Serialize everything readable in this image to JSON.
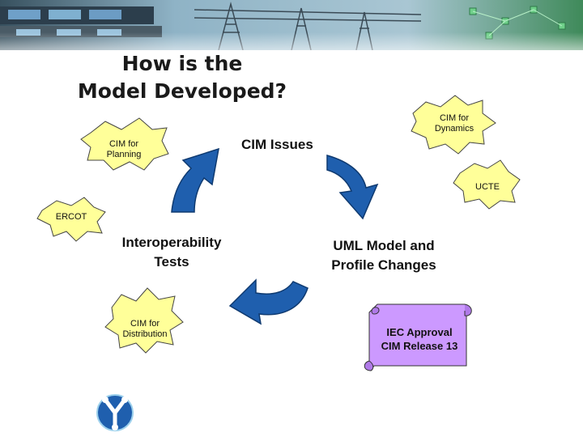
{
  "title": {
    "line1": "How is the",
    "line2": "Model Developed?"
  },
  "cycle": {
    "cim_issues": "CIM Issues",
    "uml_changes_line1": "UML Model and",
    "uml_changes_line2": "Profile Changes",
    "interop_line1": "Interoperability",
    "interop_line2": "Tests"
  },
  "callouts": {
    "planning_line1": "CIM for",
    "planning_line2": "Planning",
    "dynamics_line1": "CIM for",
    "dynamics_line2": "Dynamics",
    "ucte": "UCTE",
    "ercot": "ERCOT",
    "distribution_line1": "CIM for",
    "distribution_line2": "Distribution"
  },
  "scroll": {
    "line1": "IEC Approval",
    "line2": "CIM Release 13"
  },
  "colors": {
    "burst_fill": "#ffff99",
    "scroll_fill": "#cc99ff",
    "arrow_fill": "#1f5fae",
    "banner_sky": "#5f8fa8"
  },
  "icons": {
    "banner": "power-grid-banner",
    "logo": "y-logo"
  }
}
